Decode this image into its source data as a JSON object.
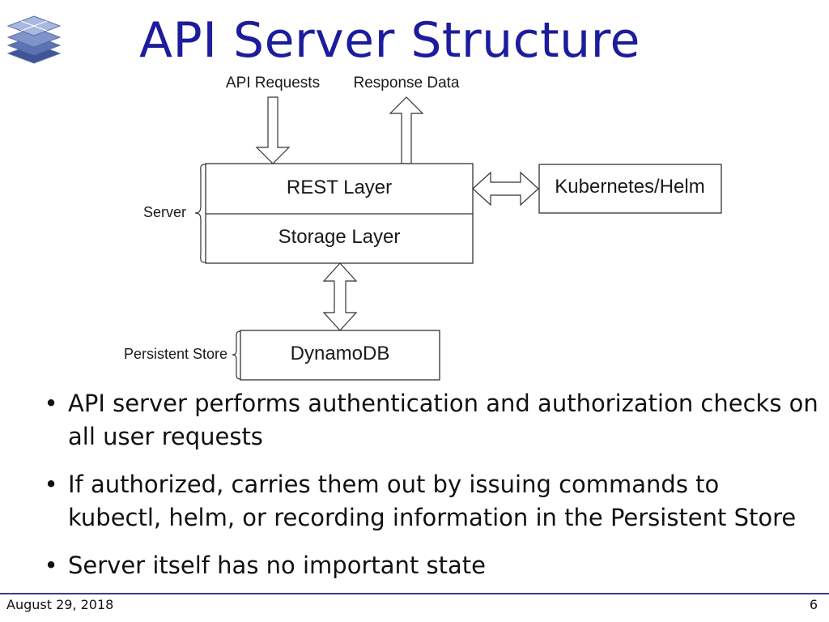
{
  "slide": {
    "title": "API Server Structure",
    "logo_icon": "stacked-layers-icon"
  },
  "diagram": {
    "input_label": "API Requests",
    "output_label": "Response Data",
    "rest_layer": "REST Layer",
    "storage_layer": "Storage Layer",
    "external": "Kubernetes/Helm",
    "server_label": "Server",
    "store_label": "Persistent Store",
    "store": "DynamoDB"
  },
  "bullets": [
    "API server performs authentication and authorization checks on all user requests",
    "If authorized, carries them out by issuing commands to kubectl, helm, or recording information in the Persistent Store",
    "Server itself has no important state"
  ],
  "footer": {
    "date": "August 29, 2018",
    "page": "6"
  },
  "colors": {
    "title": "#1c1c9c",
    "footer_rule": "#3b3b8f"
  }
}
